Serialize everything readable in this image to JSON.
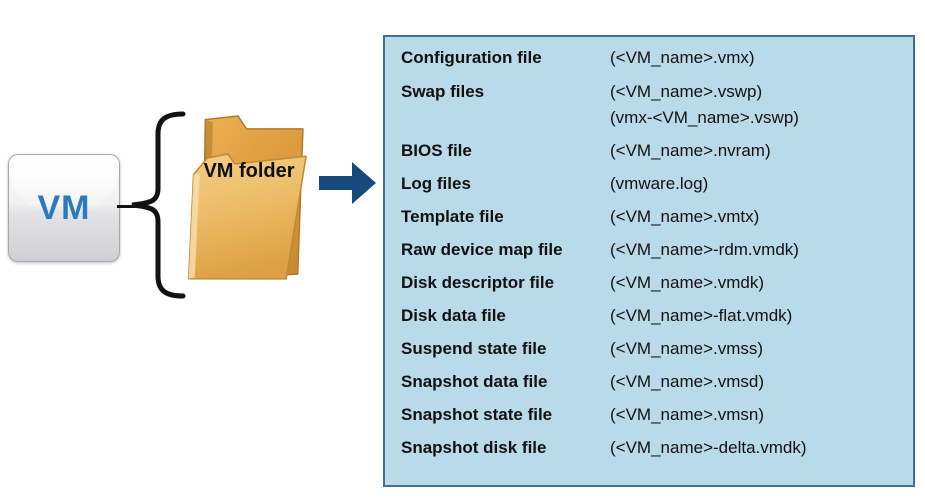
{
  "diagram": {
    "vm_label": "VM",
    "folder_label": "VM folder",
    "colors": {
      "panel_background": "#b9dbe9",
      "panel_border": "#40718f",
      "arrow_blue": "#17497d",
      "vm_text_blue": "#2a7abf",
      "folder_back": "#dd9d3e",
      "folder_front": "#f0c678"
    },
    "icons": [
      "curly-brace-icon",
      "vm-folder-icon",
      "right-arrow-icon"
    ]
  },
  "files": {
    "rows": [
      {
        "label": "Configuration file",
        "values": [
          "(<VM_name>.vmx)"
        ]
      },
      {
        "label": "Swap files",
        "values": [
          "(<VM_name>.vswp)",
          "(vmx-<VM_name>.vswp)"
        ]
      },
      {
        "label": "BIOS file",
        "values": [
          "(<VM_name>.nvram)"
        ]
      },
      {
        "label": "Log files",
        "values": [
          "(vmware.log)"
        ]
      },
      {
        "label": "Template file",
        "values": [
          "(<VM_name>.vmtx)"
        ]
      },
      {
        "label": "Raw device map file",
        "values": [
          "(<VM_name>-rdm.vmdk)"
        ]
      },
      {
        "label": "Disk descriptor file",
        "values": [
          "(<VM_name>.vmdk)"
        ]
      },
      {
        "label": "Disk data file",
        "values": [
          "(<VM_name>-flat.vmdk)"
        ]
      },
      {
        "label": "Suspend state file",
        "values": [
          "(<VM_name>.vmss)"
        ]
      },
      {
        "label": "Snapshot data file",
        "values": [
          "(<VM_name>.vmsd)"
        ]
      },
      {
        "label": "Snapshot state file",
        "values": [
          "(<VM_name>.vmsn)"
        ]
      },
      {
        "label": "Snapshot disk file",
        "values": [
          "(<VM_name>-delta.vmdk)"
        ]
      }
    ]
  }
}
